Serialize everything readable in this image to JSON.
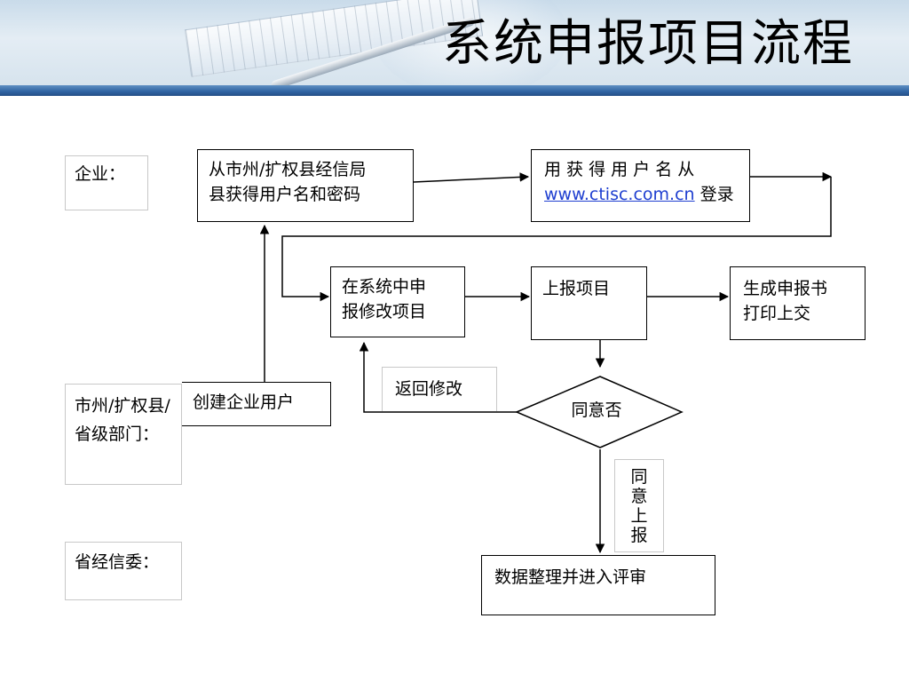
{
  "title": "系统申报项目流程",
  "roles": {
    "enterprise": "企业：",
    "city_county": "市州/扩权县/省级部门：",
    "province": "省经信委："
  },
  "steps": {
    "obtain_account_line1": "从市州/扩权县经信局",
    "obtain_account_line2": "县获得用户名和密码",
    "login_line1": "用 获 得 用 户 名 从",
    "login_url": "www.ctisc.com.cn",
    "login_suffix": " 登录",
    "declare_line1": "在系统中申",
    "declare_line2": "报修改项目",
    "submit": "上报项目",
    "generate_line1": "生成申报书",
    "generate_line2": "打印上交",
    "create_user": "创建企业用户",
    "return_modify": "返回修改",
    "agree_question": "同意否",
    "agree_submit": "同意上报",
    "review": "数据整理并进入评审"
  },
  "colors": {
    "link": "#1f3fd0",
    "header_bar": "#2f64a3"
  }
}
